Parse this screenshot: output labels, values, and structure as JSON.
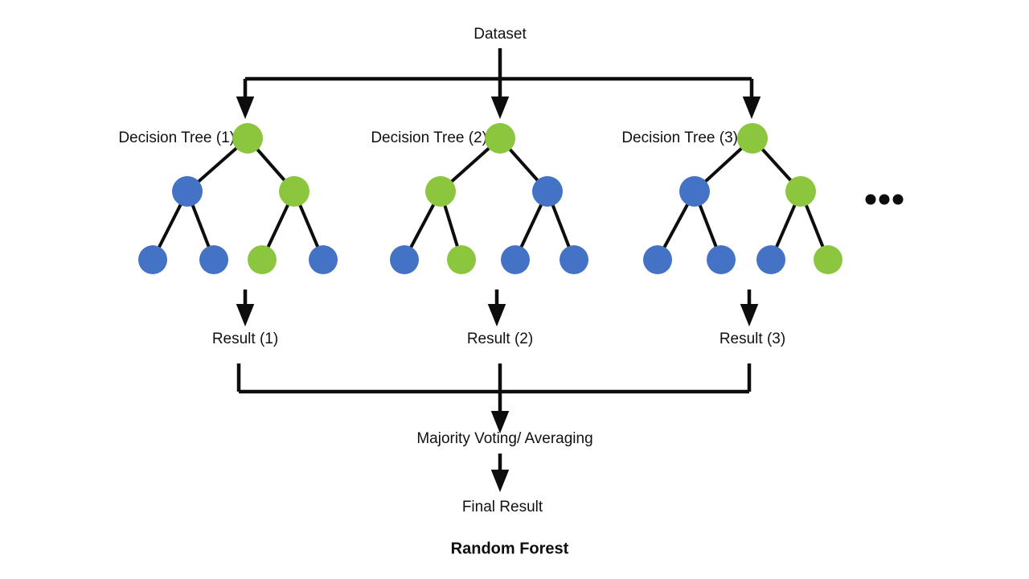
{
  "diagram": {
    "title": "Random Forest",
    "source_label": "Dataset",
    "aggregator_label": "Majority Voting/ Averaging",
    "final_label": "Final Result",
    "ellipsis": "•••",
    "colors": {
      "green": "#8CC63F",
      "blue": "#4472C4",
      "line": "#0D0D0D",
      "text": "#111111",
      "background": "#FFFFFF"
    },
    "trees": [
      {
        "label": "Decision Tree (1)",
        "result_label": "Result (1)",
        "root": "green",
        "level1": [
          "blue",
          "green"
        ],
        "level2": [
          "blue",
          "blue",
          "green",
          "blue"
        ]
      },
      {
        "label": "Decision Tree (2)",
        "result_label": "Result (2)",
        "root": "green",
        "level1": [
          "green",
          "blue"
        ],
        "level2": [
          "blue",
          "green",
          "blue",
          "blue"
        ]
      },
      {
        "label": "Decision Tree (3)",
        "result_label": "Result (3)",
        "root": "green",
        "level1": [
          "blue",
          "green"
        ],
        "level2": [
          "blue",
          "blue",
          "blue",
          "green"
        ]
      }
    ]
  }
}
